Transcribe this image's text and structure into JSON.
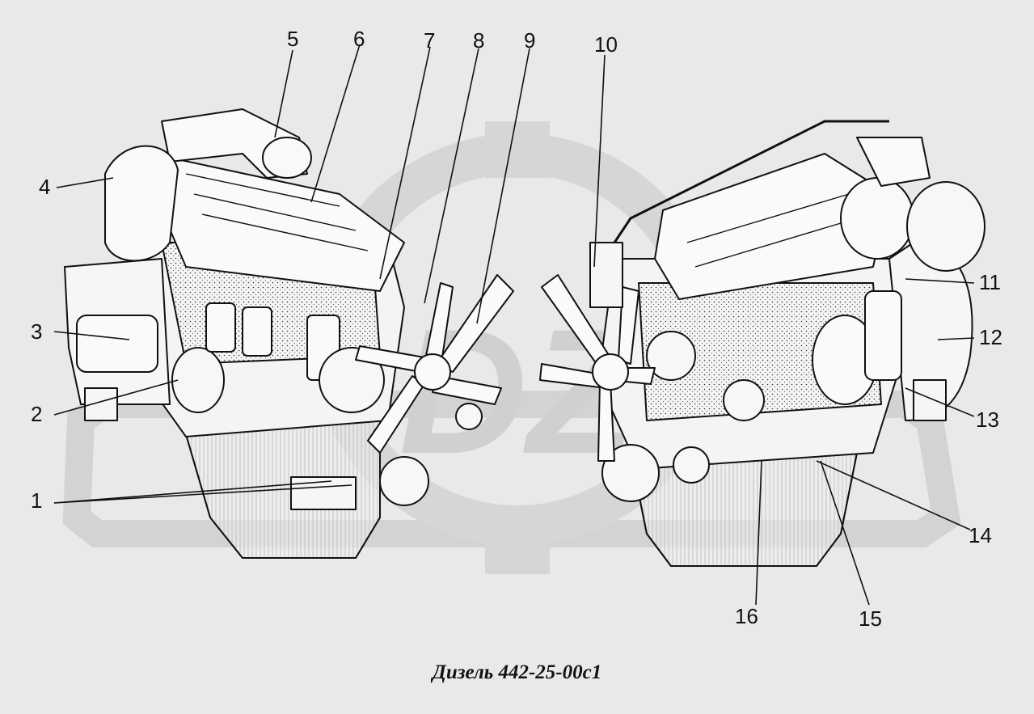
{
  "caption": "Дизель 442-25-00с1",
  "callouts": [
    {
      "id": 1,
      "label": "1"
    },
    {
      "id": 2,
      "label": "2"
    },
    {
      "id": 3,
      "label": "3"
    },
    {
      "id": 4,
      "label": "4"
    },
    {
      "id": 5,
      "label": "5"
    },
    {
      "id": 6,
      "label": "6"
    },
    {
      "id": 7,
      "label": "7"
    },
    {
      "id": 8,
      "label": "8"
    },
    {
      "id": 9,
      "label": "9"
    },
    {
      "id": 10,
      "label": "10"
    },
    {
      "id": 11,
      "label": "11"
    },
    {
      "id": 12,
      "label": "12"
    },
    {
      "id": 13,
      "label": "13"
    },
    {
      "id": 14,
      "label": "14"
    },
    {
      "id": 15,
      "label": "15"
    },
    {
      "id": 16,
      "label": "16"
    }
  ],
  "colors": {
    "background": "#e9e9e9",
    "watermark": "#d2d2d2",
    "line": "#111111",
    "engine_fill": "#f4f4f4"
  }
}
